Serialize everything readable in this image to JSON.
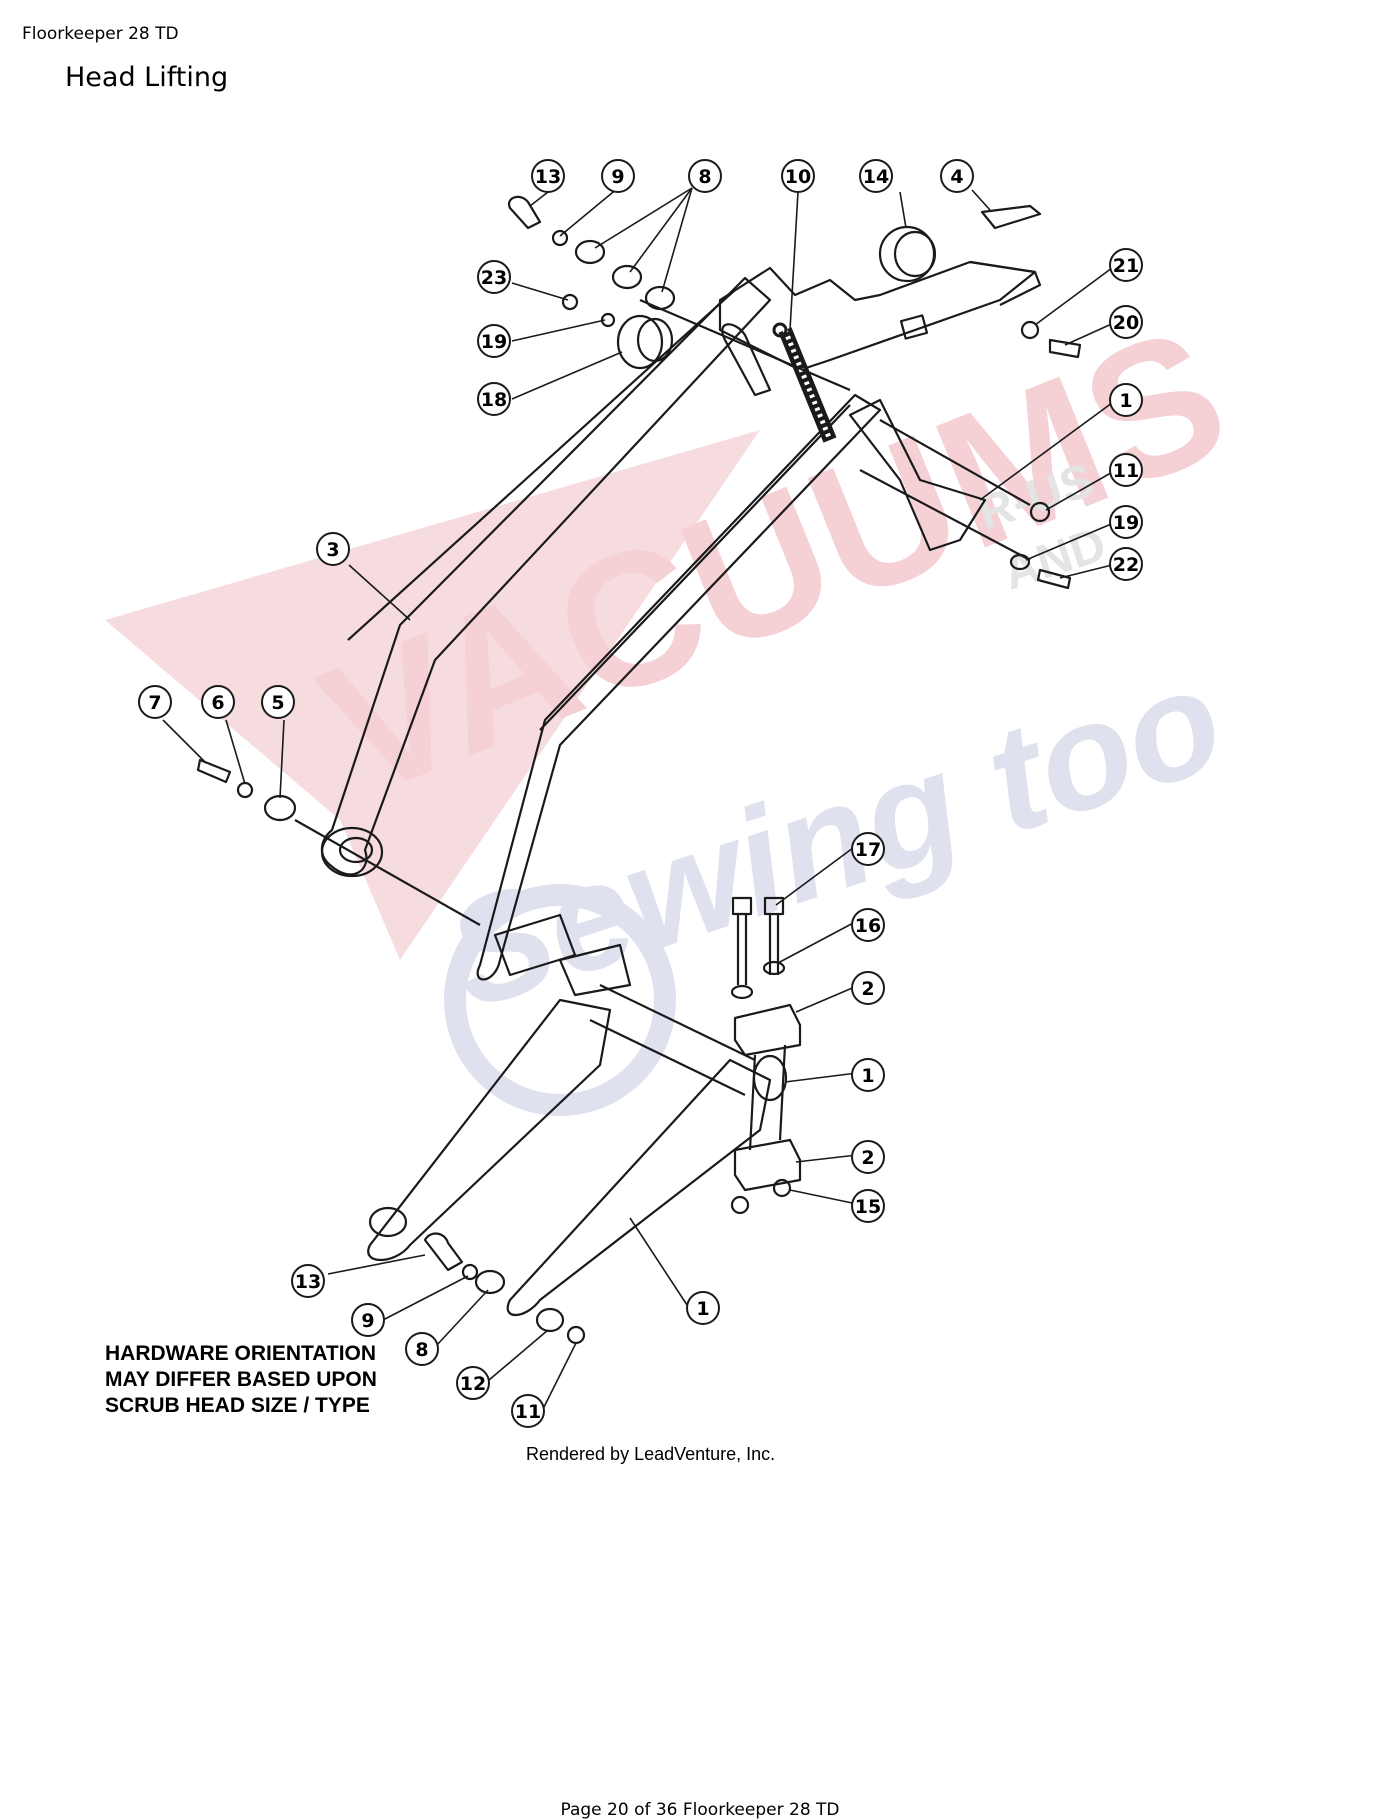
{
  "document": {
    "header": "Floorkeeper 28 TD",
    "title": "Head Lifting",
    "footer": "Page 20 of 36 Floorkeeper 28 TD"
  },
  "diagram": {
    "note_lines": [
      "HARDWARE ORIENTATION",
      "MAY DIFFER BASED UPON",
      "SCRUB HEAD SIZE / TYPE"
    ],
    "credit": "Rendered by LeadVenture, Inc.",
    "watermark": {
      "line1": "VACUUMS",
      "line2": "Sewing too",
      "small1": "R-US",
      "small2": "AND"
    },
    "callouts": [
      {
        "label": "13"
      },
      {
        "label": "9"
      },
      {
        "label": "8"
      },
      {
        "label": "10"
      },
      {
        "label": "14"
      },
      {
        "label": "4"
      },
      {
        "label": "23"
      },
      {
        "label": "21"
      },
      {
        "label": "20"
      },
      {
        "label": "19"
      },
      {
        "label": "18"
      },
      {
        "label": "1"
      },
      {
        "label": "11"
      },
      {
        "label": "19"
      },
      {
        "label": "22"
      },
      {
        "label": "3"
      },
      {
        "label": "7"
      },
      {
        "label": "6"
      },
      {
        "label": "5"
      },
      {
        "label": "17"
      },
      {
        "label": "16"
      },
      {
        "label": "2"
      },
      {
        "label": "1"
      },
      {
        "label": "2"
      },
      {
        "label": "15"
      },
      {
        "label": "13"
      },
      {
        "label": "9"
      },
      {
        "label": "8"
      },
      {
        "label": "1"
      },
      {
        "label": "12"
      },
      {
        "label": "11"
      }
    ]
  },
  "colors": {
    "ink": "#1a1a1a",
    "watermark_red": "#f5d5d8",
    "watermark_blue": "#dde0ec"
  }
}
